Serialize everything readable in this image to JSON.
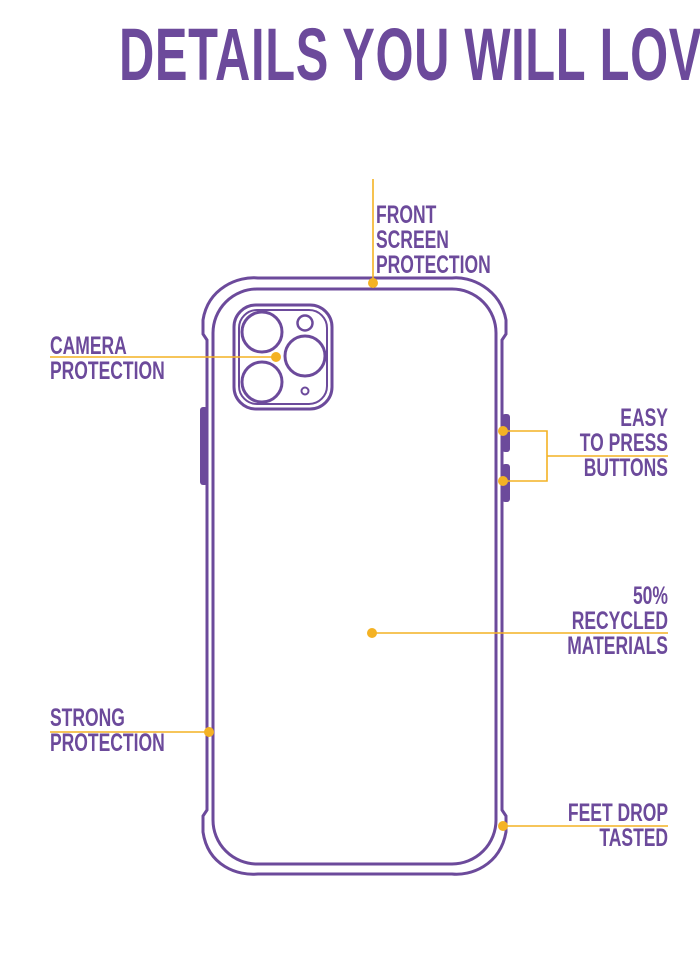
{
  "title": "DETAILS YOU WILL LOVE",
  "colors": {
    "brand": "#6c4a9b",
    "accent": "#f4b224",
    "background": "#ffffff"
  },
  "callouts": {
    "front_screen": "FRONT\nSCREEN\nPROTECTION",
    "camera": "CAMERA\nPROTECTION",
    "buttons": "EASY\nTO PRESS\nBUTTONS",
    "recycled": "50%\nRECYCLED\nMATERIALS",
    "strong": "STRONG\nPROTECTION",
    "drop": "FEET DROP\nTASTED"
  }
}
